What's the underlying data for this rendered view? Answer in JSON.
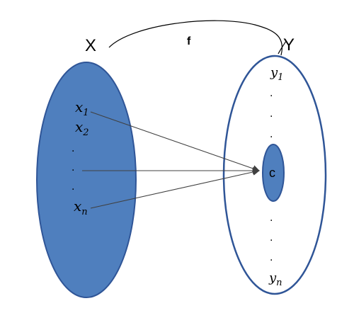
{
  "labels": {
    "domain_set": "X",
    "codomain_set": "Y",
    "function": "f",
    "image_element": "c",
    "dot": "."
  },
  "domain": {
    "first": {
      "base": "x",
      "sub": "1"
    },
    "second": {
      "base": "x",
      "sub": "2"
    },
    "last": {
      "base": "x",
      "sub": "n"
    }
  },
  "codomain": {
    "first": {
      "base": "y",
      "sub": "1"
    },
    "last": {
      "base": "y",
      "sub": "n"
    }
  },
  "colors": {
    "domain_fill": "#4f7fbe",
    "set_stroke": "#2f5597",
    "codomain_fill": "#ffffff",
    "arrow": "#404040",
    "curve": "#000000"
  }
}
